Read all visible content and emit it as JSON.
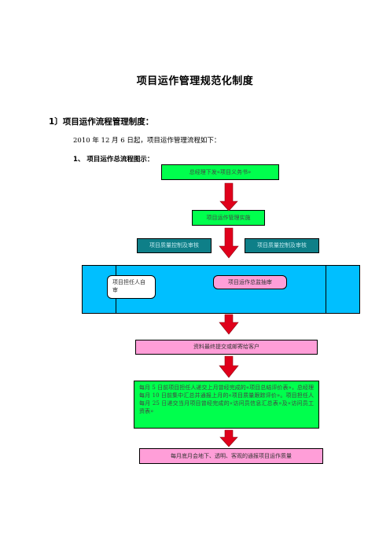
{
  "document": {
    "title": "项目运作管理规范化制度",
    "section_heading": "1〕项目运作流程管理制度：",
    "intro": "2010 年 12 月 6 日起，项目运作管理流程如下：",
    "subheading": "1、 项目运作总流程图示："
  },
  "flow": {
    "step1": "总经理下发«项目义务书»",
    "step2": "项目运作管理实施",
    "step3_left": "项目质量控制及审核",
    "step3_right": "项目质量控制及审核",
    "step4_left": "项目担任人自审",
    "step4_right": "项目运作总监抽审",
    "step5": "资料最终提交或邮寄给客户",
    "step6": "每月 5 日前项目担任人递交上月曾经完成的«项目总结评价表»，总经理每月 10 日前集中汇总并通报上月的«项目质量跟踪评价»。项目担任人每月 25 日递交当月项目曾经完成的«访问员信息汇总表»及«访问员工资表»",
    "step7": "每月底月会地下、透明、客观的通报项目运作质量"
  },
  "colors": {
    "green": "#00ff4d",
    "teal": "#0e7f88",
    "cyan": "#00bfff",
    "pink": "#ff9ed8",
    "arrow": "#e0001b"
  }
}
